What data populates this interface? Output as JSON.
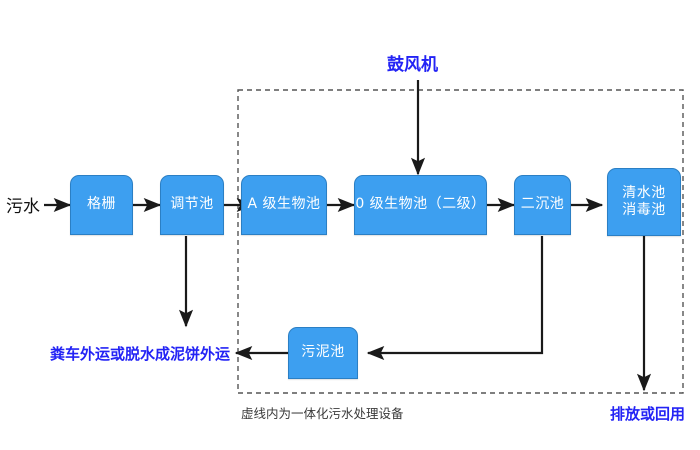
{
  "diagram": {
    "title_label": "鼓风机",
    "inlet_label": "污水",
    "caption": "虚线内为一体化污水处理设备",
    "outlet_label": "排放或回用",
    "sludge_disposal_label": "粪车外运或脱水成泥饼外运",
    "colors": {
      "node_fill": "#3d9ff0",
      "node_border": "#2b7fc4",
      "node_text": "#ffffff",
      "accent_text": "#2323f5",
      "line": "#1a1a1a",
      "dashed_box": "#555555",
      "background": "#ffffff"
    },
    "nodes": [
      {
        "id": "grille",
        "label": "格栅"
      },
      {
        "id": "regulating-tank",
        "label": "调节池"
      },
      {
        "id": "a-stage-bio-tank",
        "label": "A 级生物池"
      },
      {
        "id": "o-stage-bio-tank",
        "label": "0 级生物池（二级）"
      },
      {
        "id": "secondary-sedimentation-tank",
        "label": "二沉池"
      },
      {
        "id": "clean-water-tank",
        "label": "清水池\n消毒池"
      },
      {
        "id": "sludge-tank",
        "label": "污泥池"
      }
    ]
  }
}
